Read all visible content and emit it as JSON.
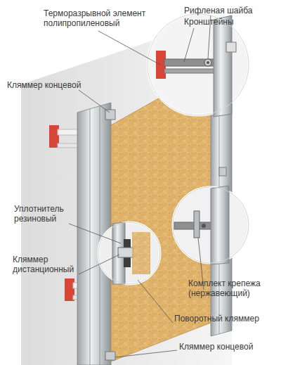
{
  "diagram": {
    "labels": [
      "Терморазрывной элемент полипропиленовый",
      "Рифленая шайба",
      "Кронштейны",
      "Кляммер концевой",
      "Уплотнитель резиновый",
      "Кляммер дистанционный",
      "Комплект крепежа (нержавеющий)",
      "Поворотный кляммер",
      "Кляммер концевой"
    ]
  }
}
